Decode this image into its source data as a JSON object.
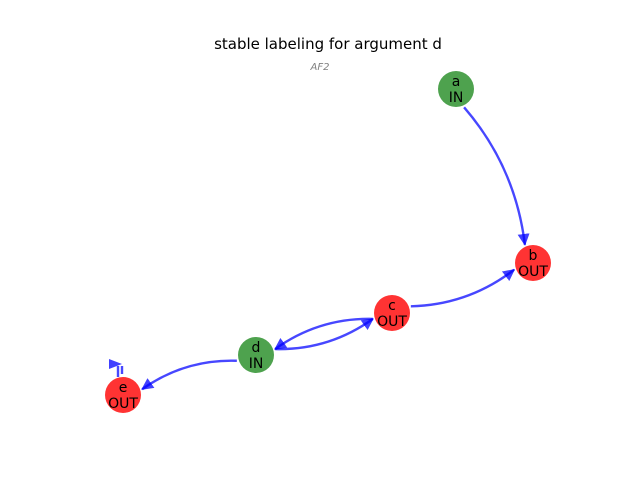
{
  "title": "stable labeling for argument d",
  "subtitle": "AF2",
  "colors": {
    "in": "#228B22",
    "out": "#FF0000",
    "edge": "#0000FF"
  },
  "nodes": [
    {
      "id": "a",
      "label": "IN"
    },
    {
      "id": "b",
      "label": "OUT"
    },
    {
      "id": "c",
      "label": "OUT"
    },
    {
      "id": "d",
      "label": "IN"
    },
    {
      "id": "e",
      "label": "OUT"
    }
  ],
  "edges": [
    {
      "from": "a",
      "to": "b"
    },
    {
      "from": "c",
      "to": "b"
    },
    {
      "from": "c",
      "to": "d"
    },
    {
      "from": "d",
      "to": "c"
    },
    {
      "from": "d",
      "to": "e"
    },
    {
      "from": "e",
      "to": "e"
    }
  ]
}
